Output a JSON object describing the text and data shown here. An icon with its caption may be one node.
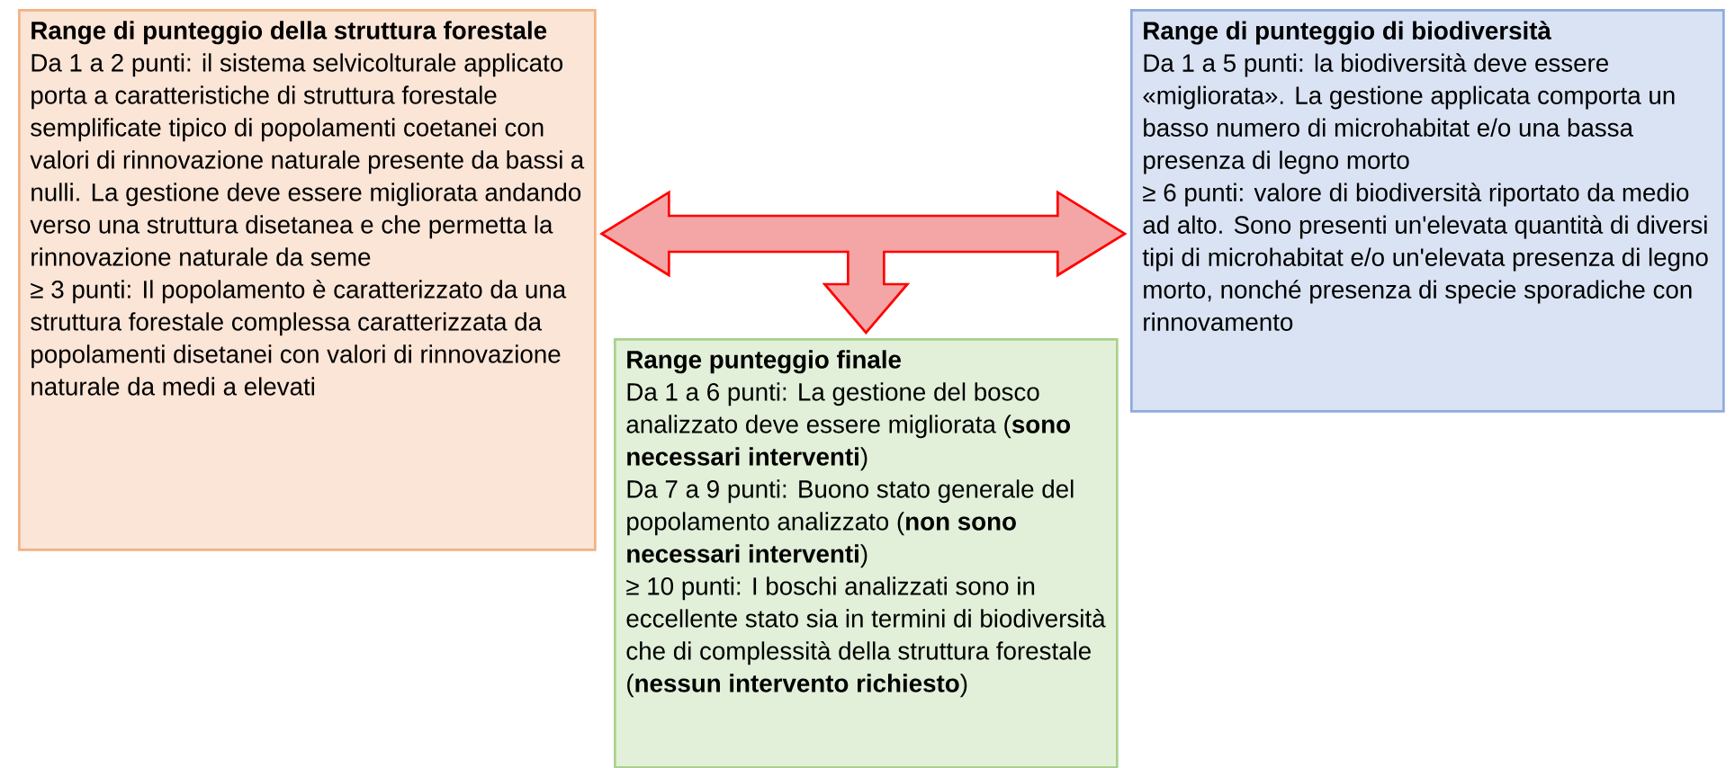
{
  "diagram": {
    "nodes": [
      {
        "text": [
          "Range di punteggio della struttura forestale",
          "Da 1 a 2 punti: il sistema selvicolturale applicato porta a caratteristiche di struttura forestale semplificate tipico di popolamenti coetanei con valori di rinnovazione naturale presente da bassi a nulli. La gestione deve essere migliorata andando verso una struttura disetanea e che permetta la rinnovazione naturale da seme",
          "≥ 3 punti: Il popolamento è caratterizzato da una struttura forestale complessa caratterizzata da popolamenti disetanei con valori di rinnovazione naturale da medi a elevati"
        ]
      },
      {
        "text": [
          "Range di punteggio di biodiversità",
          "Da 1 a 5 punti: la biodiversità deve essere «migliorata». La gestione applicata comporta un basso numero di microhabitat e/o una bassa presenza di legno morto",
          "≥ 6 punti: valore di biodiversità riportato da medio ad alto. Sono presenti un'elevata quantità di diversi tipi di microhabitat e/o un'elevata presenza di legno morto, nonché presenza di specie sporadiche con rinnovamento"
        ]
      },
      {
        "text": [
          "Range punteggio finale",
          "Da 1 a 6 punti: La gestione del bosco analizzato deve essere migliorata (**sono necessari interventi**)",
          "Da 7 a 9 punti: Buono stato generale del popolamento analizzato (**non sono necessari interventi**)",
          "≥ 10 punti: I boschi analizzati sono in eccellente stato sia in termini di biodiversità che di complessità della struttura forestale (**nessun intervento richiesto**)"
        ]
      }
    ],
    "edges": [
      {
        "from": 0,
        "to": 1,
        "arrow": "both"
      },
      {
        "from": null,
        "to": 2,
        "arrow": "to"
      }
    ]
  }
}
